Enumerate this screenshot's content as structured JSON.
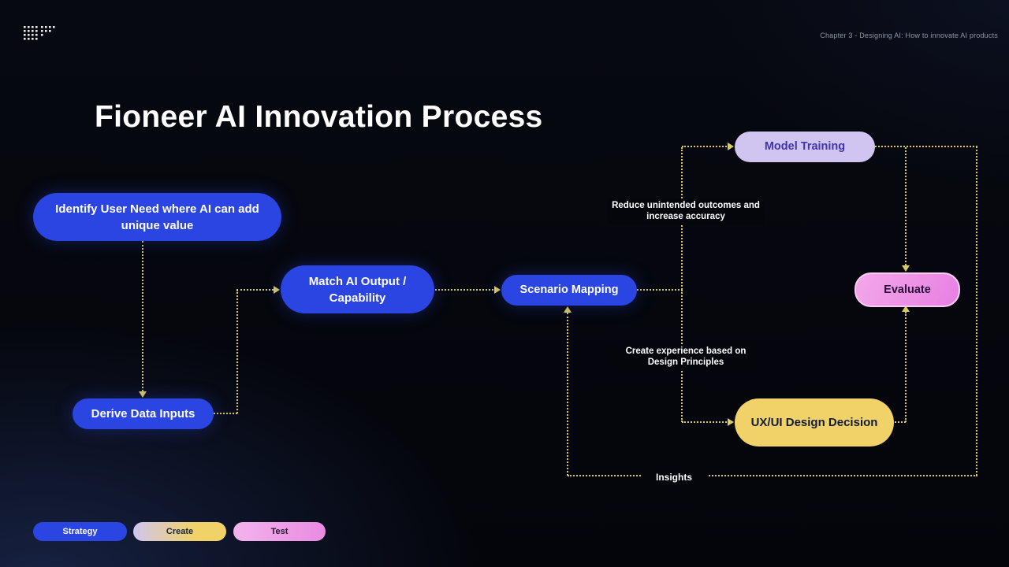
{
  "header": {
    "chapter": "Chapter 3 - Designing AI: How to innovate AI products"
  },
  "title": "Fioneer AI Innovation Process",
  "nodes": {
    "identify": "Identify User Need where AI can add unique value",
    "derive": "Derive Data Inputs",
    "match": "Match AI Output / Capability",
    "scenario": "Scenario Mapping",
    "model_training": "Model Training",
    "uxui": "UX/UI Design Decision",
    "evaluate": "Evaluate"
  },
  "edge_labels": {
    "reduce": "Reduce unintended outcomes and increase accuracy",
    "create_experience": "Create experience based on Design Principles",
    "insights": "Insights"
  },
  "flow_edges": [
    {
      "from": "identify",
      "to": "derive"
    },
    {
      "from": "derive",
      "to": "match"
    },
    {
      "from": "match",
      "to": "scenario"
    },
    {
      "from": "scenario",
      "to": "model_training",
      "label": "Reduce unintended outcomes and increase accuracy"
    },
    {
      "from": "scenario",
      "to": "uxui",
      "label": "Create experience based on Design Principles"
    },
    {
      "from": "model_training",
      "to": "evaluate"
    },
    {
      "from": "uxui",
      "to": "evaluate"
    },
    {
      "from": "evaluate",
      "to": "scenario",
      "label": "Insights"
    }
  ],
  "legend": [
    {
      "label": "Strategy"
    },
    {
      "label": "Create"
    },
    {
      "label": "Test"
    }
  ],
  "colors": {
    "strategy_blue": "#2b45e2",
    "create_lavender": "#d0c5f1",
    "create_yellow": "#f0d268",
    "test_pink": "#e98ae2",
    "connector_yellow": "#d8c65e",
    "background": "#05060c"
  }
}
